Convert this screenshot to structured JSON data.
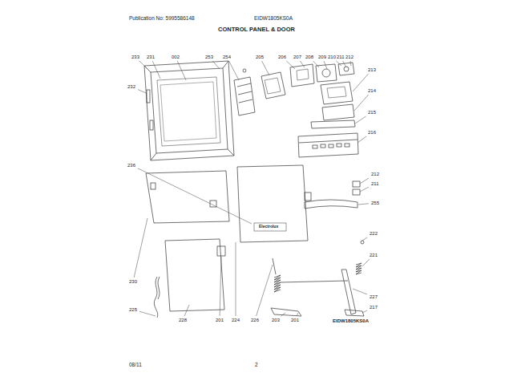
{
  "diagram": {
    "title": "CONTROL PANEL & DOOR",
    "labels": [
      "Publication No: 5995586148",
      "EIDW1805KS0A",
      "233",
      "231",
      "002",
      "253",
      "254",
      "205",
      "206",
      "207",
      "208",
      "209",
      "210",
      "211",
      "212",
      "213",
      "214",
      "215",
      "216",
      "212",
      "211",
      "255",
      "222",
      "221",
      "227",
      "217",
      "232",
      "236",
      "230",
      "225",
      "228",
      "201",
      "224",
      "226",
      "203",
      "201",
      "Electrolux",
      "EIDW1805KS0A",
      "08/11",
      "2"
    ]
  }
}
